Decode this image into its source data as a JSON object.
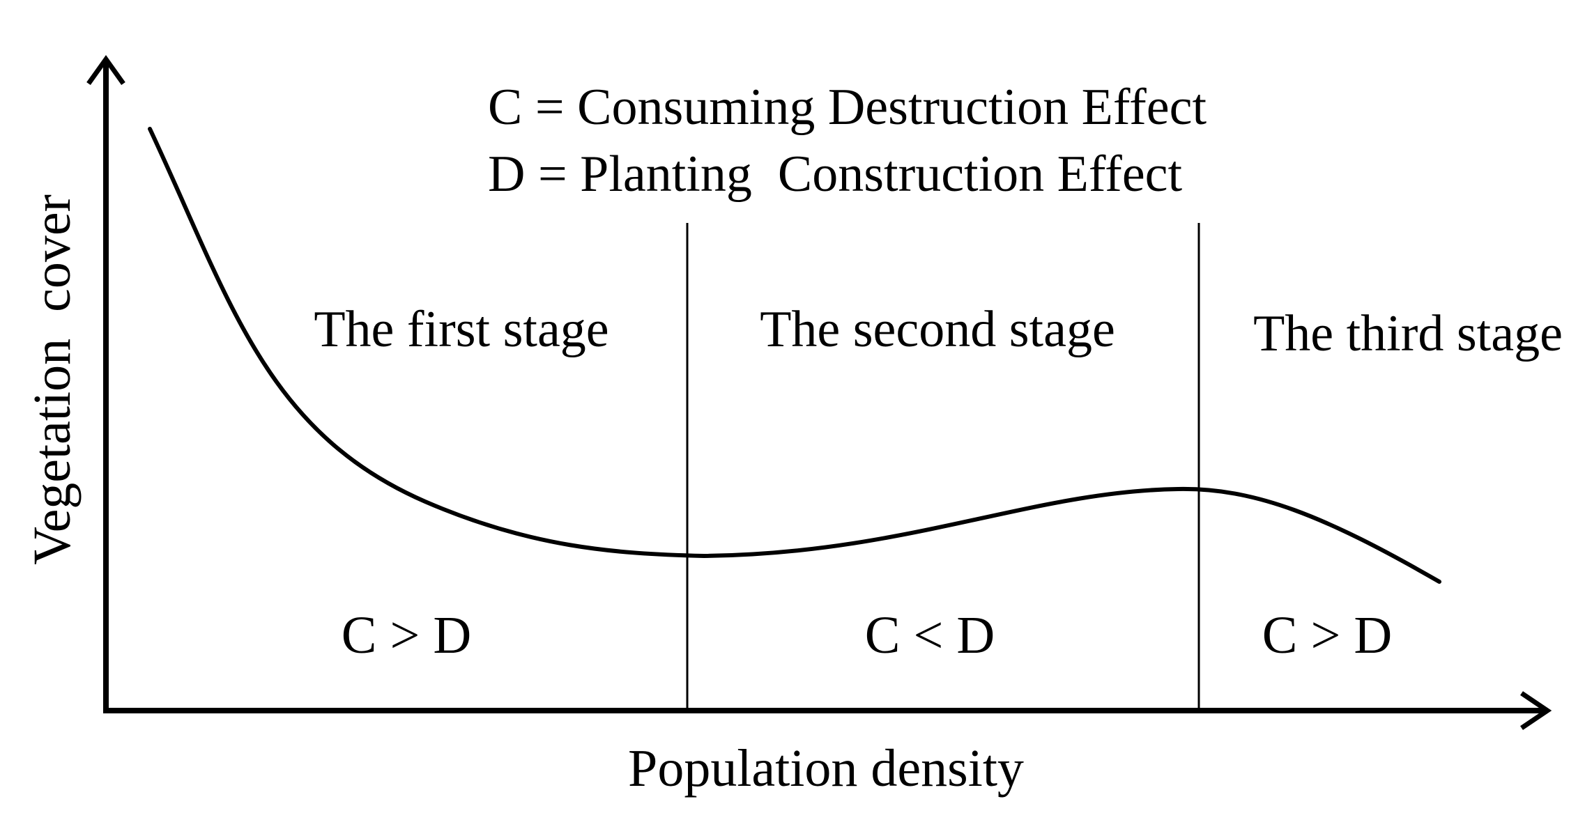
{
  "legend": {
    "line1": "C = Consuming Destruction Effect",
    "line2": "D = Planting  Construction Effect"
  },
  "axes": {
    "x_label": "Population density",
    "y_label": "Vegetation  cover"
  },
  "stages": [
    {
      "name": "The first stage",
      "condition": "C > D"
    },
    {
      "name": "The second stage",
      "condition": "C < D"
    },
    {
      "name": "The third stage",
      "condition": "C > D"
    }
  ],
  "colors": {
    "ink": "#000000",
    "background": "#ffffff"
  }
}
